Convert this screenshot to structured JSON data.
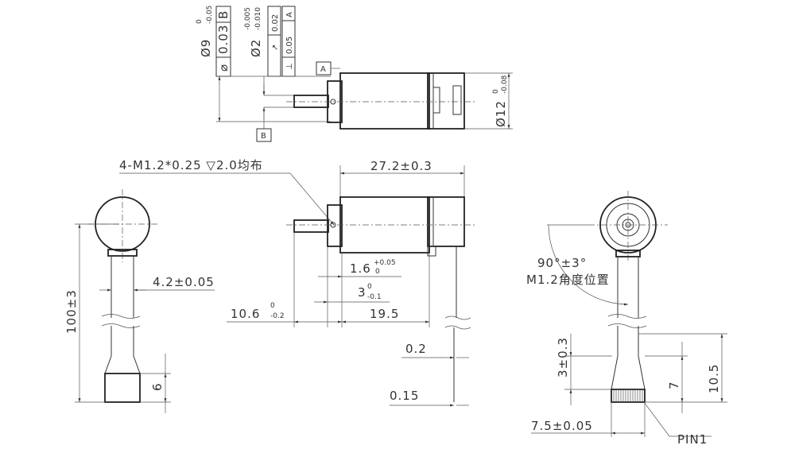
{
  "top_view": {
    "dia9": "Ø9",
    "dia9_upper": "0",
    "dia9_lower": "-0.05",
    "runout_9": "0.03",
    "ref_B": "B",
    "dia2": "Ø2",
    "dia2_upper": "-0.005",
    "dia2_lower": "-0.010",
    "round_2": "0.02",
    "runout_2": "0.05",
    "ref_A": "A",
    "dia12": "Ø12",
    "dia12_upper": "0",
    "dia12_lower": "-0.08",
    "datum_A": "A",
    "datum_B": "B"
  },
  "front_view": {
    "tap_note": "4-M1.2*0.25 ▽2.0均布",
    "length_27": "27.2±0.3",
    "dim_1_6": "1.6",
    "dim_1_6_upper": "+0.05",
    "dim_1_6_lower": "0",
    "dim_3": "3",
    "dim_3_upper": "0",
    "dim_3_lower": "-0.1",
    "dim_10_6": "10.6",
    "dim_10_6_upper": "0",
    "dim_10_6_lower": "-0.2",
    "dim_19_5": "19.5",
    "dim_0_2": "0.2",
    "dim_0_15": "0.15"
  },
  "left_view": {
    "width_4_2": "4.2±0.05",
    "length_100": "100±3",
    "dim_6": "6"
  },
  "right_view": {
    "angle": "90°±3°",
    "thread": "M1.2角度位置",
    "dim_3": "3±0.3",
    "dim_7": "7",
    "dim_10_5": "10.5",
    "width_7_5": "7.5±0.05",
    "pin_label": "PIN1"
  }
}
